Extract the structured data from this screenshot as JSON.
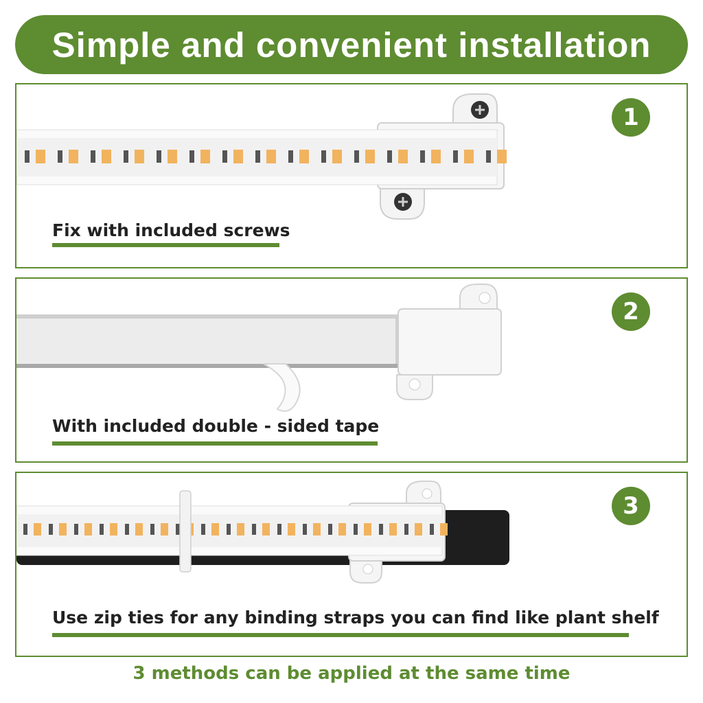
{
  "header": {
    "title": "Simple and convenient installation"
  },
  "steps": [
    {
      "number": "1",
      "caption": "Fix with included screws"
    },
    {
      "number": "2",
      "caption": "With included double - sided tape"
    },
    {
      "number": "3",
      "caption": "Use zip ties for any binding straps you can find like plant shelf"
    }
  ],
  "footer": {
    "text": "3 methods can be applied at the same time"
  },
  "colors": {
    "accent": "#5e8c31",
    "led_warm": "#f2b35e",
    "led_dark": "#555555",
    "pipe": "#1e1e1e"
  }
}
